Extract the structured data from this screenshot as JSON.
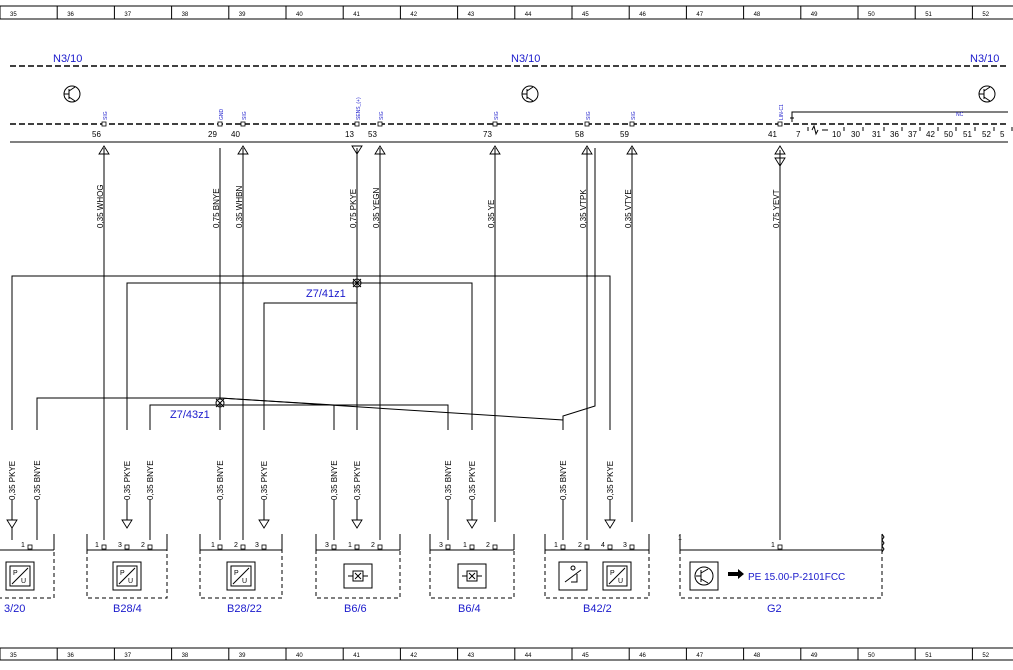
{
  "grid_columns": [
    "35",
    "36",
    "37",
    "38",
    "39",
    "40",
    "41",
    "42",
    "43",
    "44",
    "45",
    "46",
    "47",
    "48",
    "49",
    "50",
    "51",
    "52"
  ],
  "controller": {
    "name_left": "N3/10",
    "name_center": "N3/10",
    "name_right": "N3/10",
    "sig_pins": [
      {
        "pin": "56",
        "sig": "SIG"
      },
      {
        "pin": "29",
        "sig": "GND"
      },
      {
        "pin": "40",
        "sig": "SIG"
      },
      {
        "pin": "13",
        "sig": "SENS_(+)"
      },
      {
        "pin": "53",
        "sig": "SIG"
      },
      {
        "pin": "73",
        "sig": "SIG"
      },
      {
        "pin": "58",
        "sig": "SIG"
      },
      {
        "pin": "59",
        "sig": "SIG"
      },
      {
        "pin": "41",
        "sig": "LIN-C1"
      }
    ],
    "bus_pins": [
      "7",
      "10",
      "30",
      "31",
      "36",
      "37",
      "42",
      "50",
      "51",
      "52",
      "5"
    ],
    "nc_label": "NC"
  },
  "upper_wires": [
    {
      "label": "0,35 WHOG"
    },
    {
      "label": "0,75 BNYE"
    },
    {
      "label": "0,35 WHBN"
    },
    {
      "label": "0,75 PKYE"
    },
    {
      "label": "0,35 YEGN"
    },
    {
      "label": "0,35 YE"
    },
    {
      "label": "0,35 VTPK"
    },
    {
      "label": "0,35 VTYE"
    },
    {
      "label": "0,75 YEVT"
    }
  ],
  "splices": {
    "z7_41": "Z7/41z1",
    "z7_43": "Z7/43z1"
  },
  "lower_wires": [
    {
      "label": "0,35 PKYE"
    },
    {
      "label": "0,35 BNYE"
    },
    {
      "label": "0,35 PKYE"
    },
    {
      "label": "0,35 BNYE"
    },
    {
      "label": "0,35 BNYE"
    },
    {
      "label": "0,35 PKYE"
    },
    {
      "label": "0,35 BNYE"
    },
    {
      "label": "0,35 PKYE"
    },
    {
      "label": "0,35 BNYE"
    },
    {
      "label": "0,35 PKYE"
    },
    {
      "label": "0,35 BNYE"
    },
    {
      "label": "0,35 PKYE"
    }
  ],
  "components": [
    {
      "name": "3/20",
      "pins": [
        "1"
      ]
    },
    {
      "name": "B28/4",
      "pins": [
        "1",
        "3",
        "2"
      ]
    },
    {
      "name": "B28/22",
      "pins": [
        "1",
        "2",
        "3"
      ]
    },
    {
      "name": "B6/6",
      "pins": [
        "3",
        "1",
        "2"
      ]
    },
    {
      "name": "B6/4",
      "pins": [
        "3",
        "1",
        "2"
      ]
    },
    {
      "name": "B42/2",
      "pins": [
        "1",
        "2",
        "4",
        "3"
      ]
    },
    {
      "name": "G2",
      "pins": [
        "1",
        "1"
      ],
      "ref_icon": "hand-pointer-icon",
      "ref": "PE 15.00-P-2101FCC"
    }
  ]
}
